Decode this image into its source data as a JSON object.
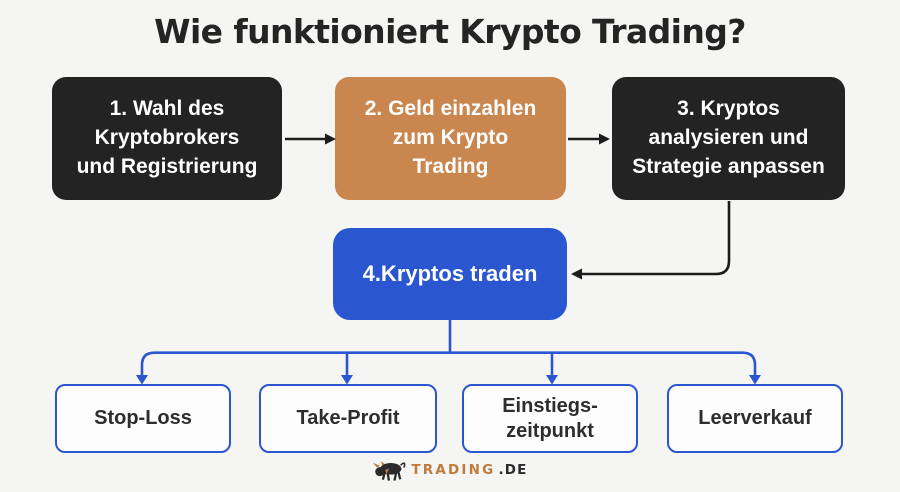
{
  "title": "Wie funktioniert Krypto Trading?",
  "steps": {
    "step1": {
      "label": "1. Wahl des Kryptobrokers und Registrierung",
      "lines": [
        "1. Wahl des",
        "Kryptobrokers",
        "und Registrierung"
      ]
    },
    "step2": {
      "label": "2. Geld einzahlen zum Krypto Trading",
      "lines": [
        "2. Geld einzahlen",
        "zum Krypto",
        "Trading"
      ]
    },
    "step3": {
      "label": "3. Kryptos analysieren und Strategie anpassen",
      "lines": [
        "3. Kryptos",
        "analysieren und",
        "Strategie anpassen"
      ]
    },
    "step4": {
      "label": "4.Kryptos traden"
    }
  },
  "outcomes": {
    "stop_loss": {
      "label": "Stop-Loss"
    },
    "take_profit": {
      "label": "Take-Profit"
    },
    "entry_time": {
      "lines": [
        "Einstiegs-",
        "zeitpunkt"
      ]
    },
    "short_sell": {
      "label": "Leerverkauf"
    }
  },
  "logo": {
    "icon": "bull-icon",
    "brand": "TRADING",
    "tld": ".DE"
  },
  "colors": {
    "background": "#f5f5f3",
    "box_dark": "#232323",
    "box_orange": "#c9874f",
    "box_blue": "#2a57d0",
    "arrow_dark": "#1c1c1c",
    "logo_orange": "#c07a3c"
  }
}
